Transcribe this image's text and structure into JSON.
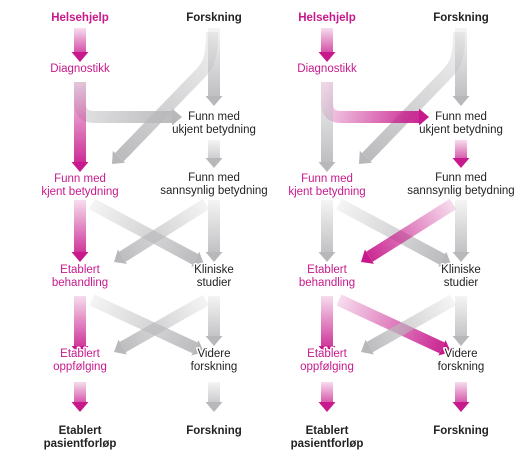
{
  "colors": {
    "magenta": "#c7198b",
    "magenta_arrow": "#c7198b",
    "gray_arrow": "#b8b8bb",
    "text_dark": "#222222"
  },
  "panels": [
    {
      "id": "left",
      "left_header": "Helsehjelp",
      "right_header": "Forskning",
      "left_nodes": [
        [
          "Diagnostikk"
        ],
        [
          "Funn med",
          "kjent betydning"
        ],
        [
          "Etablert",
          "behandling"
        ],
        [
          "Etablert",
          "oppfølging"
        ]
      ],
      "right_nodes": [
        [
          "Funn med",
          "ukjent betydning"
        ],
        [
          "Funn med",
          "sannsynlig betydning"
        ],
        [
          "Kliniske",
          "studier"
        ],
        [
          "Videre",
          "forskning"
        ]
      ],
      "left_footer": [
        "Etablert",
        "pasientforløp"
      ],
      "right_footer": [
        "Forskning"
      ]
    },
    {
      "id": "right",
      "left_header": "Helsehjelp",
      "right_header": "Forskning",
      "left_nodes": [
        [
          "Diagnostikk"
        ],
        [
          "Funn med",
          "kjent betydning"
        ],
        [
          "Etablert",
          "behandling"
        ],
        [
          "Etablert",
          "oppfølging"
        ]
      ],
      "right_nodes": [
        [
          "Funn med",
          "ukjent betydning"
        ],
        [
          "Funn med",
          "sannsynlig betydning"
        ],
        [
          "Kliniske",
          "studier"
        ],
        [
          "Videre",
          "forskning"
        ]
      ],
      "left_footer": [
        "Etablert",
        "pasientforløp"
      ],
      "right_footer": [
        "Forskning"
      ]
    }
  ]
}
